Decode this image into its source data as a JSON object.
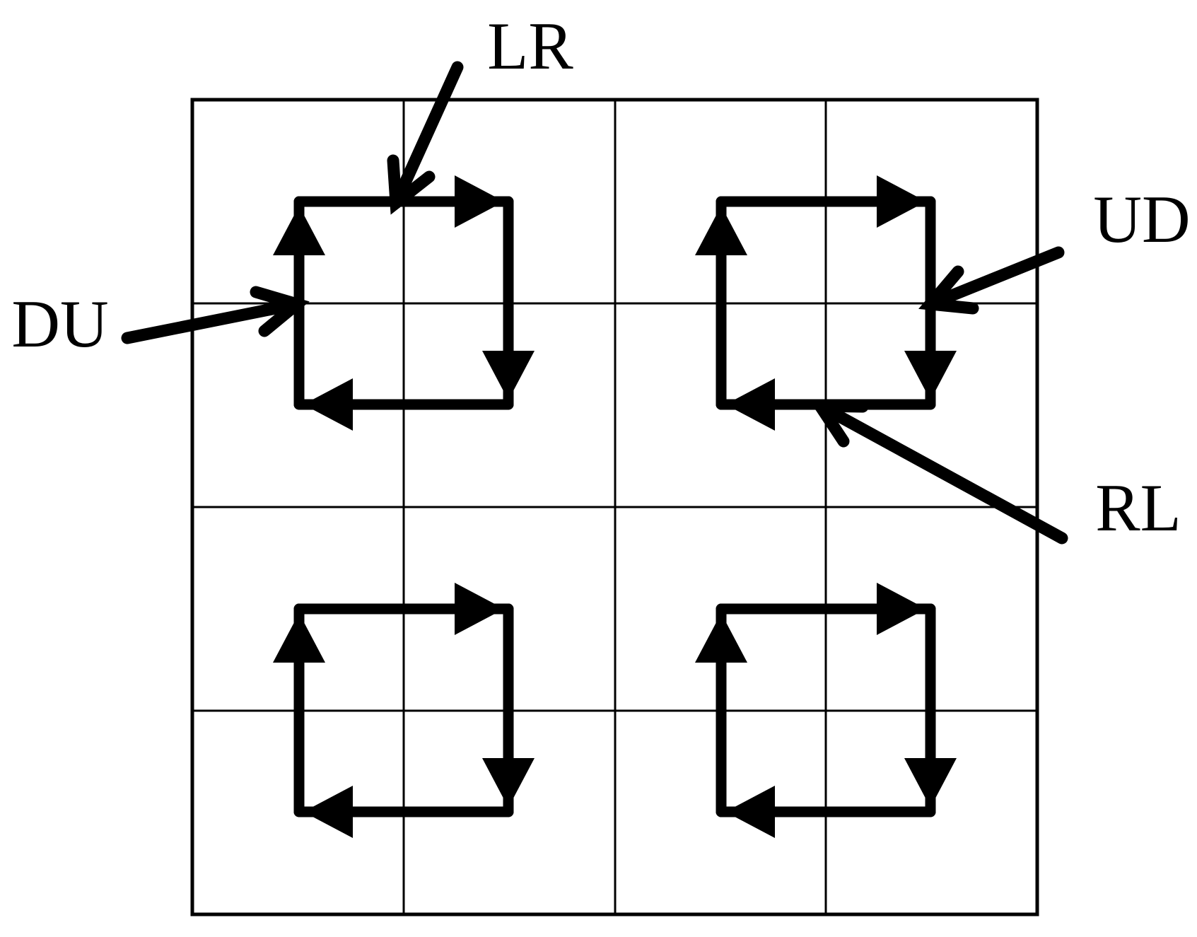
{
  "diagram": {
    "background": "#ffffff",
    "ink": "#000000",
    "grid": {
      "rows": 4,
      "cols": 4,
      "quadrant_loops": 4,
      "loop_direction": "clockwise"
    },
    "labels": {
      "lr": "LR",
      "du": "DU",
      "ud": "UD",
      "rl": "RL"
    },
    "annotations": [
      {
        "label": "LR",
        "target": "top edge (left-to-right arrow) of top-left loop"
      },
      {
        "label": "DU",
        "target": "left edge (down-to-up arrow) of top-left loop"
      },
      {
        "label": "UD",
        "target": "right edge (up-to-down arrow) of top-right loop"
      },
      {
        "label": "RL",
        "target": "bottom edge (right-to-left arrow) of top-right loop"
      }
    ]
  }
}
